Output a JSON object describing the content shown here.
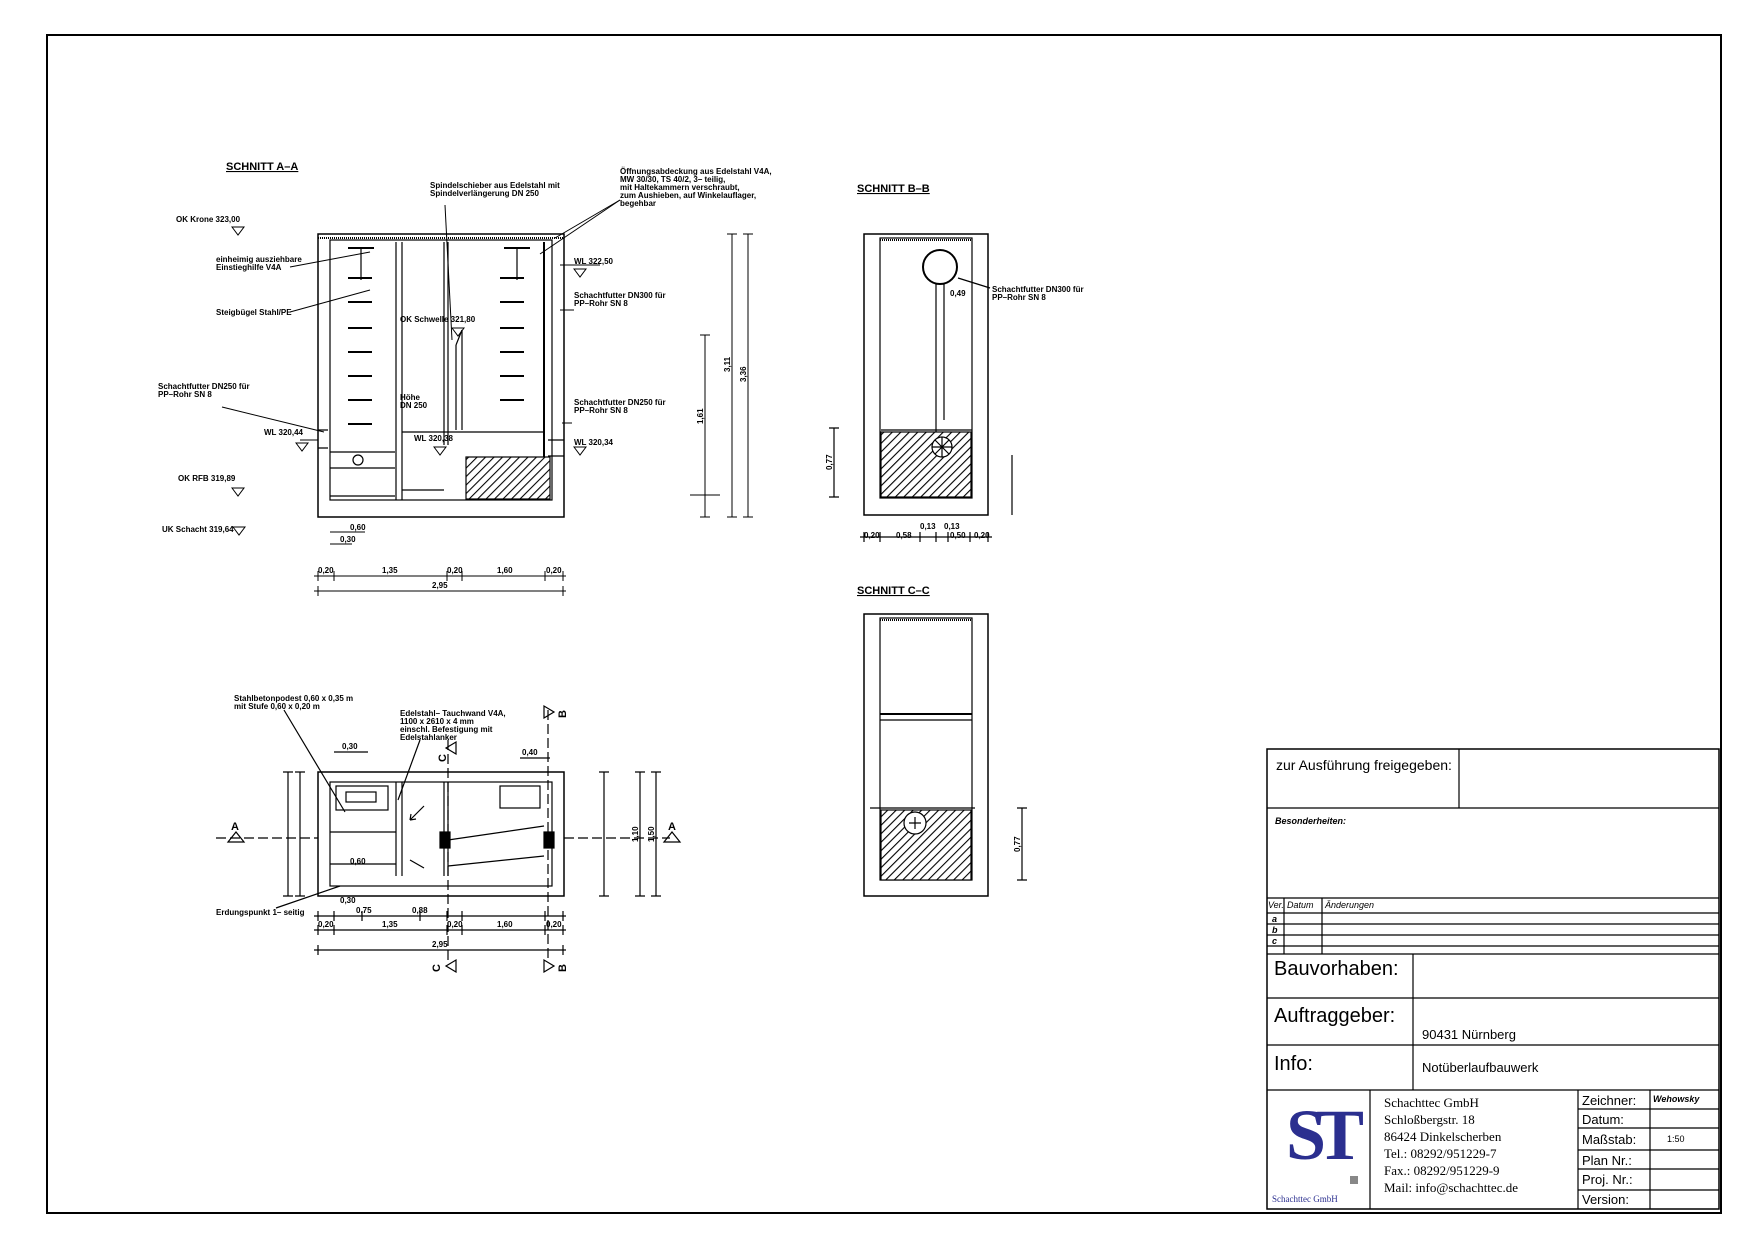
{
  "sections": {
    "a": {
      "title": "SCHNITT A–A",
      "labels": {
        "ok_krone": "OK  Krone 323,00",
        "einheitlich": "einheimig ausziehbare",
        "einstieghilfe": "Einstieghilfe V4A",
        "steigbuegel": "Steigbügel Stahl/PE",
        "schachtfutter_dn250_left_1": "Schachtfutter DN250 für",
        "schachtfutter_dn250_left_2": "PP–Rohr SN 8",
        "wl_320_44": "WL 320,44",
        "ok_rfb": "OK  RFB 319,89",
        "uk_schacht": "UK  Schacht 319,64",
        "spindel_1": "Spindelschieber aus Edelstahl mit",
        "spindel_2": "Spindelverlängerung DN 250",
        "oeffnung_1": "Öffnungsabdeckung aus Edelstahl V4A,",
        "oeffnung_2": "MW 30/30, TS 40/2, 3– teilig,",
        "oeffnung_3": "mit Haltekammern verschraubt,",
        "oeffnung_4": "zum Aushieben, auf Winkelauflager,",
        "oeffnung_5": "begehbar",
        "wl_322_50": "WL 322,50",
        "ok_schwelle": "OK  Schwelle 321,80",
        "schachtfutter_dn300_1": "Schachtfutter DN300 für",
        "schachtfutter_dn300_2": "PP–Rohr SN 8",
        "hoehe_1": "Höhe",
        "hoehe_2": "DN 250",
        "wl_320_38": "WL 320,38",
        "schachtfutter_dn250_right_1": "Schachtfutter DN250 für",
        "schachtfutter_dn250_right_2": "PP–Rohr SN 8",
        "wl_320_34": "WL 320,34",
        "dim_311": "3,11",
        "dim_336": "3,36",
        "dim_161": "1,61",
        "dim_060": "0,60",
        "dim_030": "0,30",
        "dim_020a": "0,20",
        "dim_135": "1,35",
        "dim_020b": "0,20",
        "dim_160": "1,60",
        "dim_020c": "0,20",
        "dim_295": "2,95"
      }
    },
    "b": {
      "title": "SCHNITT B–B",
      "labels": {
        "schachtfutter_1": "Schachtfutter DN300 für",
        "schachtfutter_2": "PP–Rohr SN 8",
        "dim_049": "0,49",
        "dim_077": "0,77",
        "dim_013a": "0,13",
        "dim_013b": "0,13",
        "dim_020": "0,20",
        "dim_058": "0,58",
        "dim_050": "0,50",
        "dim_020r": "0,20"
      }
    },
    "c": {
      "title": "SCHNITT C–C",
      "labels": {
        "dim_077": "0,77"
      }
    },
    "plan": {
      "labels": {
        "stahlbeton_1": "Stahlbetonpodest 0,60 x 0,35 m",
        "stahlbeton_2": "mit Stufe 0,60 x 0,20 m",
        "edelstahl_1": "Edelstahl– Tauchwand V4A,",
        "edelstahl_2": "1100 x 2610 x 4 mm",
        "edelstahl_3": "einschl. Befestigung mit",
        "edelstahl_4": "Edelstahlanker",
        "erdung": "Erdungspunkt 1– seitig",
        "dim_030": "0,30",
        "dim_040": "0,40",
        "dim_060": "0,60",
        "dim_030b": "0,30",
        "dim_075": "0,75",
        "dim_088": "0,88",
        "dim_020a": "0,20",
        "dim_135": "1,35",
        "dim_020b": "0,20",
        "dim_160": "1,60",
        "dim_020c": "0,20",
        "dim_295": "2,95",
        "dim_150": "1,50",
        "dim_110": "1,10",
        "marker_a": "A",
        "marker_b": "B",
        "marker_c": "C"
      }
    }
  },
  "title_block": {
    "freigegeben": "zur Ausführung freigegeben:",
    "besonderheiten": "Besonderheiten:",
    "ver": "Ver.",
    "datum_col": "Datum",
    "aenderungen": "Änderungen",
    "rev_a": "a",
    "rev_b": "b",
    "rev_c": "c",
    "bauvorhaben_label": "Bauvorhaben:",
    "auftraggeber_label": "Auftraggeber:",
    "auftraggeber_value": "90431 Nürnberg",
    "info_label": "Info:",
    "info_value": "Notüberlaufbauwerk",
    "company_name": "Schachttec GmbH",
    "company_street": "Schloßbergstr. 18",
    "company_city": "86424 Dinkelscherben",
    "company_tel": "Tel.: 08292/951229-7",
    "company_fax": "Fax.: 08292/951229-9",
    "company_mail": "Mail: info@schachttec.de",
    "logo_text": "ST",
    "logo_caption": "Schachttec GmbH",
    "zeichner_label": "Zeichner:",
    "zeichner_value": "Wehowsky",
    "datum_label": "Datum:",
    "massstab_label": "Maßstab:",
    "massstab_value": "1:50",
    "plan_nr_label": "Plan Nr.:",
    "proj_nr_label": "Proj. Nr.:",
    "version_label": "Version:"
  },
  "colors": {
    "line": "#000000",
    "logo": "#2b2f8f"
  }
}
